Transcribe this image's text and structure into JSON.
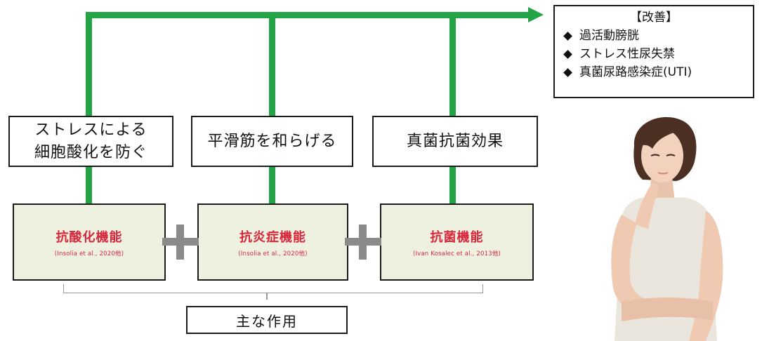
{
  "improvement": {
    "title": "【改善】",
    "items": [
      "過活動膀胱",
      "ストレス性尿失禁",
      "真菌尿路感染症(UTI)"
    ]
  },
  "effects": [
    {
      "label": "ストレスによる\n細胞酸化を防ぐ"
    },
    {
      "label": "平滑筋を和らげる"
    },
    {
      "label": "真菌抗菌効果"
    }
  ],
  "functions": [
    {
      "title": "抗酸化機能",
      "citation": "(Insolia et al., 2020他)"
    },
    {
      "title": "抗炎症機能",
      "citation": "(Insolia et al., 2020他)"
    },
    {
      "title": "抗菌機能",
      "citation": "(Ivan Kosalec et al., 2013他)"
    }
  ],
  "main_action": {
    "label": "主な作用"
  },
  "colors": {
    "arrow": "#22a447",
    "function_fill": "#eef0e0",
    "function_text": "#d8263b",
    "plus": "#8a8a8a"
  }
}
